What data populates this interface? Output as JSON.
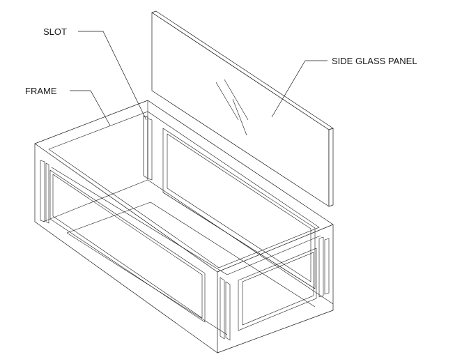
{
  "labels": {
    "slot": "SLOT",
    "frame": "FRAME",
    "side_glass_panel": "SIDE GLASS PANEL"
  },
  "colors": {
    "line": "#1a1a1a",
    "background": "#ffffff"
  }
}
